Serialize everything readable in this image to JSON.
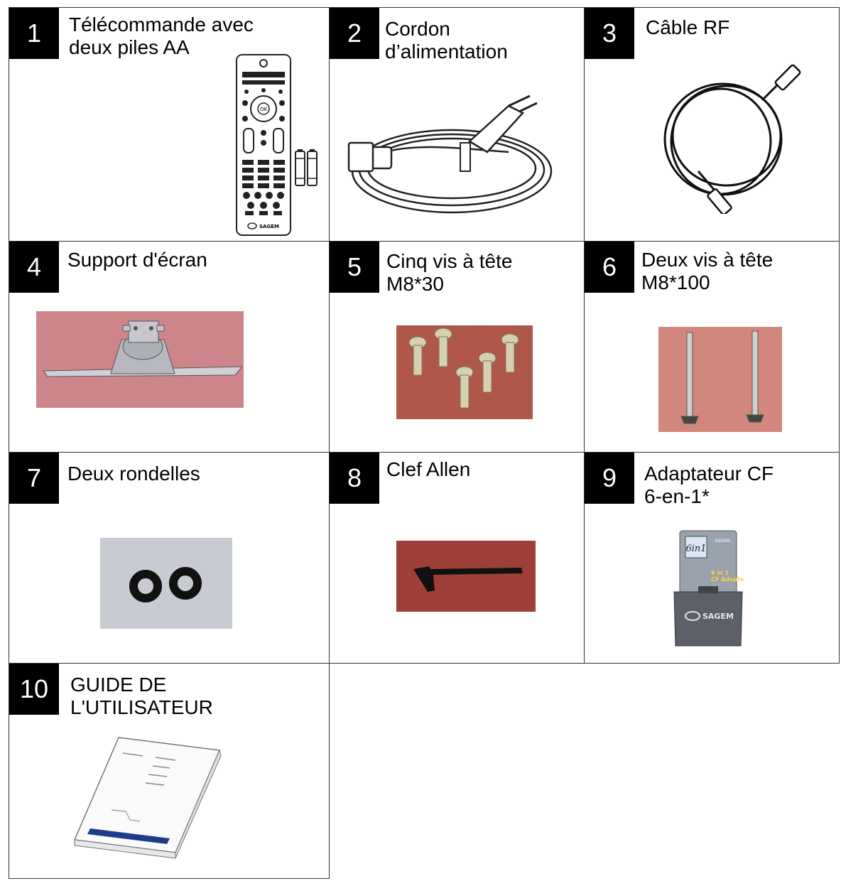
{
  "items": [
    {
      "number": "1",
      "label": "Télécommande avec\ndeux piles AA",
      "remote_brand": "SAGEM",
      "ok_key": "OK"
    },
    {
      "number": "2",
      "label": "Cordon\nd’alimentation"
    },
    {
      "number": "3",
      "label": "Câble RF"
    },
    {
      "number": "4",
      "label": "Support d'écran"
    },
    {
      "number": "5",
      "label": "Cinq vis à tête\nM8*30"
    },
    {
      "number": "6",
      "label": "Deux vis à tête\nM8*100"
    },
    {
      "number": "7",
      "label": "Deux rondelles"
    },
    {
      "number": "8",
      "label": "Clef Allen"
    },
    {
      "number": "9",
      "label": "Adaptateur CF\n6-en-1*",
      "adapter_badge": "6in1",
      "adapter_text": "6 in 1\nCF Adapter",
      "adapter_brand": "SAGEM"
    },
    {
      "number": "10",
      "label": "GUIDE DE\nL'UTILISATEUR"
    }
  ]
}
